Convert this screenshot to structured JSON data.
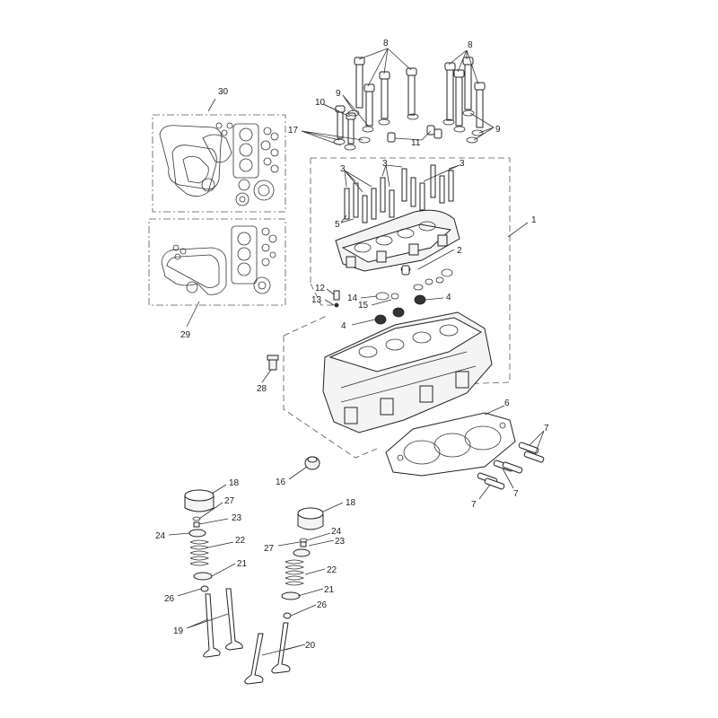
{
  "diagram": {
    "callouts": {
      "c1": "1",
      "c2": "2",
      "c3a": "3",
      "c3b": "3",
      "c3c": "3",
      "c4a": "4",
      "c4b": "4",
      "c5": "5",
      "c6": "6",
      "c7a": "7",
      "c7b": "7",
      "c7c": "7",
      "c8a": "8",
      "c8b": "8",
      "c9a": "9",
      "c9b": "9",
      "c10": "10",
      "c11": "11",
      "c12": "12",
      "c13": "13",
      "c14": "14",
      "c15": "15",
      "c16": "16",
      "c17": "17",
      "c18a": "18",
      "c18b": "18",
      "c19": "19",
      "c20": "20",
      "c21a": "21",
      "c21b": "21",
      "c22a": "22",
      "c22b": "22",
      "c23a": "23",
      "c23b": "23",
      "c24a": "24",
      "c24b": "24",
      "c26a": "26",
      "c26b": "26",
      "c27a": "27",
      "c27b": "27",
      "c28": "28",
      "c29": "29",
      "c30": "30"
    }
  }
}
